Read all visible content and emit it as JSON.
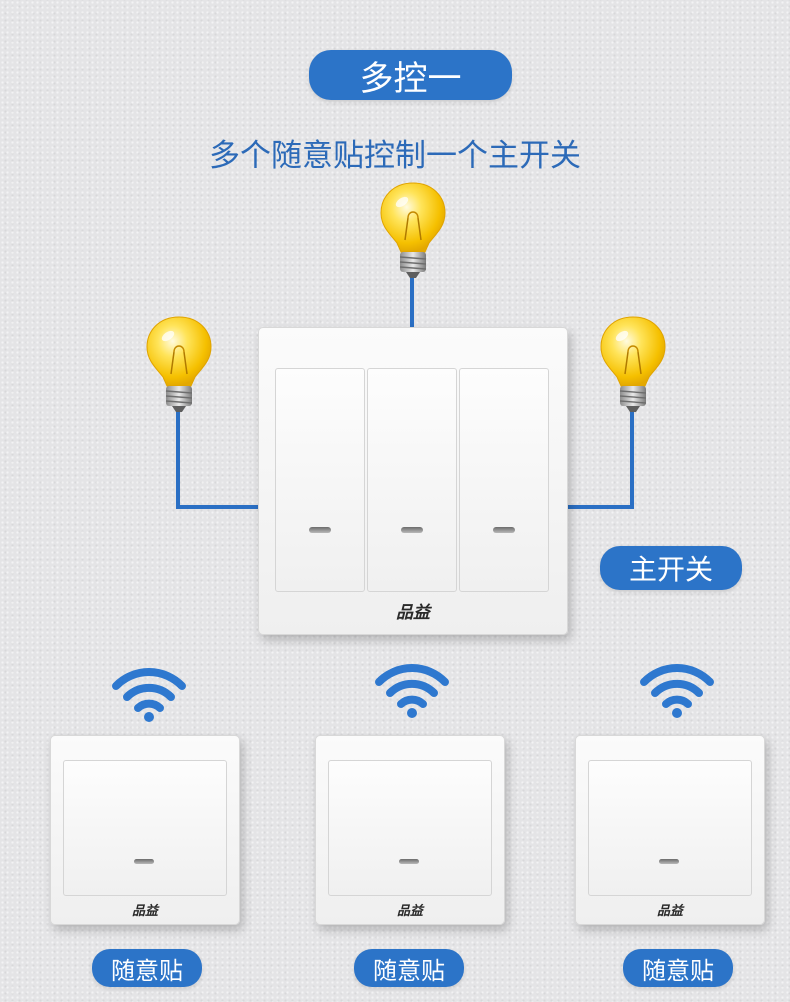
{
  "header": {
    "title": "多控一",
    "subtitle": "多个随意贴控制一个主开关"
  },
  "main_switch": {
    "label": "主开关",
    "brand": "品益",
    "gang_count": 3
  },
  "remotes": [
    {
      "label": "随意贴",
      "brand": "品益"
    },
    {
      "label": "随意贴",
      "brand": "品益"
    },
    {
      "label": "随意贴",
      "brand": "品益"
    }
  ],
  "colors": {
    "accent": "#2c74c8",
    "wire": "#2a6fc4",
    "bulb": "#ffd21e",
    "background": "#e4e4e6"
  },
  "icons": [
    "light-bulb-icon",
    "wifi-signal-icon"
  ]
}
